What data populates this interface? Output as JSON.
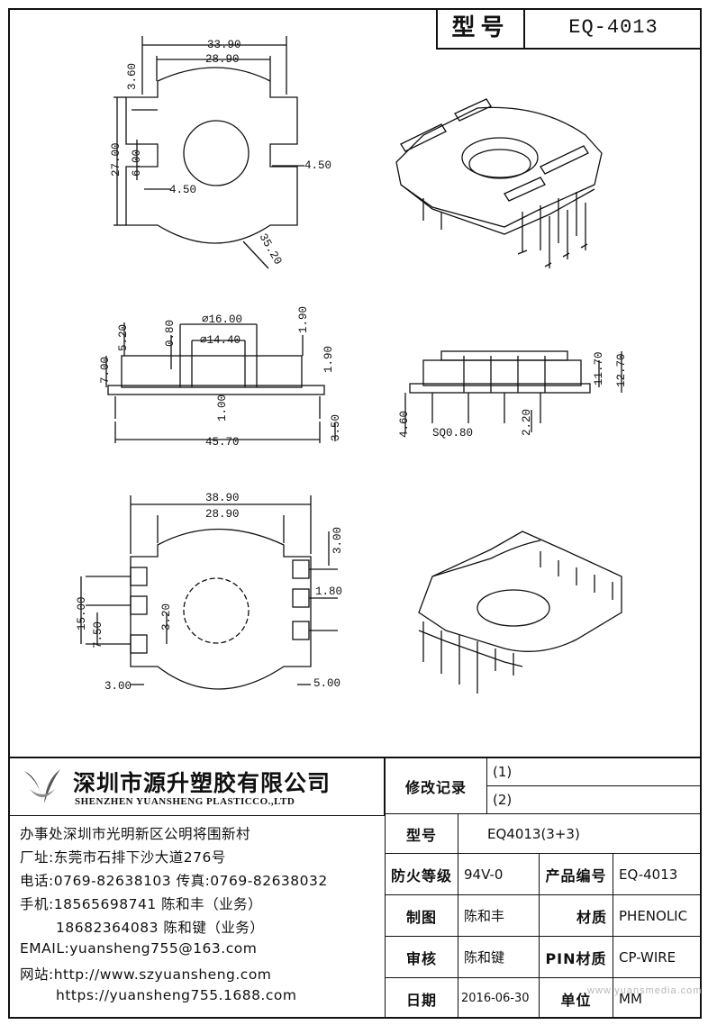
{
  "header": {
    "model_label": "型号",
    "model_value": "EQ-4013"
  },
  "drawing": {
    "top_view": {
      "d_33_90": "33.90",
      "d_28_90": "28.90",
      "d_3_60": "3.60",
      "d_27_00": "27.00",
      "d_6_00": "6.00",
      "d_4_50_left": "4.50",
      "d_4_50_right": "4.50",
      "d_35_20": "35.20"
    },
    "side_view": {
      "d_16_00": "⌀16.00",
      "d_14_40": "⌀14.40",
      "d_0_80": "0.80",
      "d_5_20": "5.20",
      "d_1_90_top": "1.90",
      "d_1_90_mid": "1.90",
      "d_7_00": "7.00",
      "d_1_00": "1.00",
      "d_45_70": "45.70",
      "d_3_50": "3.50"
    },
    "front_view": {
      "d_11_70": "11.70",
      "d_12_70": "12.70",
      "d_4_60": "4.60",
      "d_sq": "SQ0.80",
      "d_2_20": "2.20"
    },
    "bottom_view": {
      "d_38_90": "38.90",
      "d_28_90": "28.90",
      "d_3_00_top": "3.00",
      "d_1_80": "1.80",
      "d_15_00": "15.00",
      "d_7_50": "7.50",
      "d_3_20": "3.20",
      "d_3_00_bottom": "3.00",
      "d_5_00": "5.00"
    }
  },
  "company": {
    "name": "深圳市源升塑胶有限公司",
    "name_en": "SHENZHEN YUANSHENG PLASTICCO.,LTD",
    "office": "办事处深圳市光明新区公明将围新村",
    "factory": "厂址:东莞市石排下沙大道276号",
    "phone": "电话:0769-82638103 传真:0769-82638032",
    "mobile1": "手机:18565698741 陈和丰（业务）",
    "mobile2": "18682364083 陈和键（业务）",
    "email": "EMAIL:yuansheng755@163.com",
    "website_label": "网站:http://www.szyuansheng.com",
    "website2": "https://yuansheng755.1688.com"
  },
  "table": {
    "revision_label": "修改记录",
    "rev1": "(1)",
    "rev2": "(2)",
    "model_label": "型号",
    "model_value": "EQ4013(3+3)",
    "fire_label": "防火等级",
    "fire_value": "94V-0",
    "product_no_label": "产品编号",
    "product_no_value": "EQ-4013",
    "drawn_label": "制图",
    "drawn_value": "陈和丰",
    "material_label": "材质",
    "material_value": "PHENOLIC",
    "review_label": "审核",
    "review_value": "陈和键",
    "pin_label": "PIN材质",
    "pin_value": "CP-WIRE",
    "date_label": "日期",
    "date_value": "2016-06-30",
    "unit_label": "单位",
    "unit_value": "MM"
  },
  "watermark": "www.yuansmedia.com"
}
